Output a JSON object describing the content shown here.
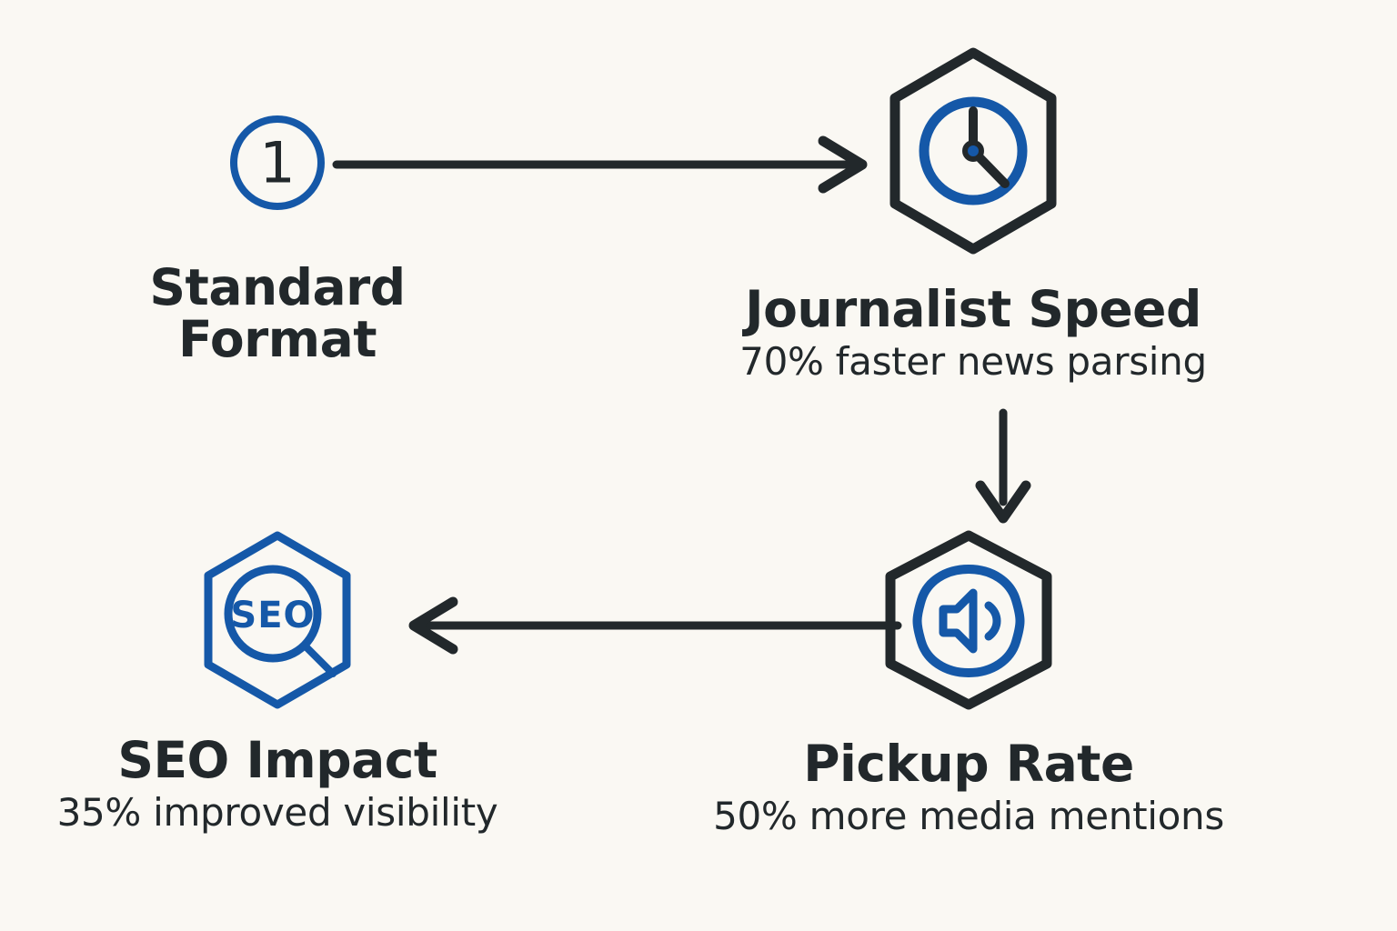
{
  "diagram": {
    "background_color": "#faf8f3",
    "ink_color": "#22282b",
    "accent_color": "#1558a8",
    "type": "cycle-flow",
    "nodes": [
      {
        "id": "standard-format",
        "icon": "numbered-circle-icon",
        "badge_number": "1",
        "title": "Standard\nFormat",
        "subtitle": ""
      },
      {
        "id": "journalist-speed",
        "icon": "clock-hexagon-icon",
        "badge_number": "",
        "title": "Journalist Speed",
        "subtitle": "70% faster news parsing"
      },
      {
        "id": "pickup-rate",
        "icon": "speaker-hexagon-icon",
        "badge_number": "",
        "title": "Pickup Rate",
        "subtitle": "50% more media mentions"
      },
      {
        "id": "seo-impact",
        "icon": "seo-magnifier-hexagon-icon",
        "badge_number": "",
        "icon_label": "SEO",
        "title": "SEO Impact",
        "subtitle": "35% improved visibility"
      }
    ],
    "arrows": [
      {
        "id": "arrow-standard-to-speed",
        "direction": "right"
      },
      {
        "id": "arrow-speed-to-pickup",
        "direction": "down"
      },
      {
        "id": "arrow-pickup-to-seo",
        "direction": "left"
      }
    ]
  }
}
